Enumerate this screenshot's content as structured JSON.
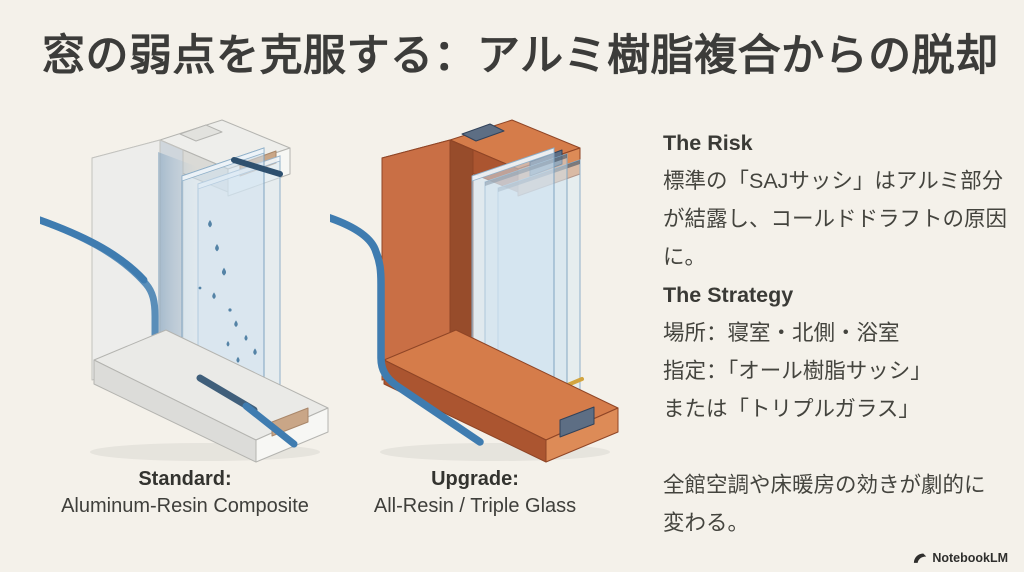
{
  "slide": {
    "title": "窓の弱点を克服する：アルミ樹脂複合からの脱却",
    "figures": {
      "standard": {
        "caption_title": "Standard:",
        "caption_subtitle": "Aluminum-Resin Composite",
        "depicts": "aluminum-resin composite window cross-section with condensation and cold draft passing through frame"
      },
      "upgrade": {
        "caption_title": "Upgrade:",
        "caption_subtitle": "All-Resin / Triple Glass",
        "depicts": "all-resin window cross-section with triple glazing deflecting cold draft"
      }
    },
    "risk": {
      "heading": "The Risk",
      "lines": [
        "標準の「SAJサッシ」はアルミ部分",
        "が結露し、コールドドラフトの原因",
        "に。"
      ]
    },
    "strategy": {
      "heading": "The Strategy",
      "lines": [
        "場所：寝室・北側・浴室",
        "指定：「オール樹脂サッシ」",
        "または「トリプルガラス」"
      ]
    },
    "conclusion": {
      "lines": [
        "全館空調や床暖房の効きが劇的に",
        "変わる。"
      ]
    },
    "branding": {
      "label": "NotebookLM"
    },
    "colors": {
      "background": "#f4f1ea",
      "title_text": "#3c3c3a",
      "body_text": "#44443e",
      "cold_line_blue": "#3f7cb0",
      "cold_line_dark": "#2e506f",
      "frame_gray": "#ececea",
      "frame_orange": "#c96f45",
      "resin_chamber_tan": "#c9a687",
      "hollow_chamber_slate": "#5d6e84",
      "glass_tint": "#cfe2f0"
    }
  }
}
